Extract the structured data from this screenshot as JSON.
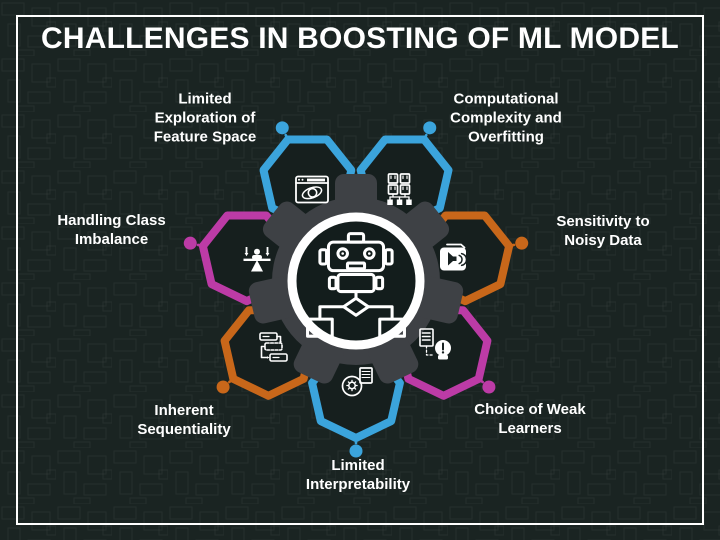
{
  "title": "CHALLENGES IN BOOSTING OF ML MODEL",
  "diagram": {
    "center_icon": "robot-flowchart-icon",
    "colors": {
      "blue": "#3ba4dc",
      "orange": "#c8671a",
      "magenta": "#bc3ba6"
    },
    "items": [
      {
        "label": "Limited Exploration of Feature Space",
        "color": "#3ba4dc",
        "icon": "window-orbit-icon"
      },
      {
        "label": "Computational Complexity and Overfitting",
        "color": "#3ba4dc",
        "icon": "chip-blocks-icon"
      },
      {
        "label": "Sensitivity to Noisy Data",
        "color": "#c8671a",
        "icon": "folder-speaker-icon"
      },
      {
        "label": "Choice of Weak Learners",
        "color": "#bc3ba6",
        "icon": "document-head-alert-icon"
      },
      {
        "label": "Limited Interpretability",
        "color": "#3ba4dc",
        "icon": "head-gear-document-icon"
      },
      {
        "label": "Inherent Sequentiality",
        "color": "#c8671a",
        "icon": "sequence-steps-icon"
      },
      {
        "label": "Handling Class Imbalance",
        "color": "#bc3ba6",
        "icon": "balance-seesaw-icon"
      }
    ]
  }
}
